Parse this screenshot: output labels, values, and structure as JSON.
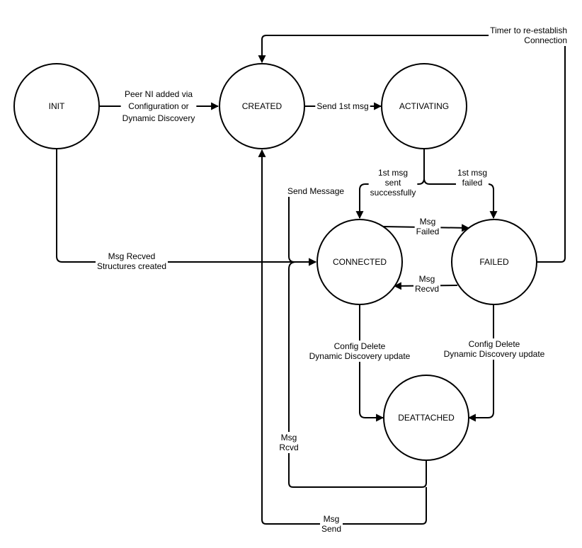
{
  "states": {
    "init": "INIT",
    "created": "CREATED",
    "activating": "ACTIVATING",
    "connected": "CONNECTED",
    "failed": "FAILED",
    "deattached": "DEATTACHED"
  },
  "edges": {
    "init_created": [
      "Peer NI added via",
      "Configuration or",
      "Dynamic Discovery"
    ],
    "created_activating": [
      "Send 1st msg"
    ],
    "activating_connected": [
      "1st msg",
      "sent",
      "successfully"
    ],
    "activating_failed": [
      "1st msg",
      "failed"
    ],
    "timer": [
      "Timer to re-establish",
      "Connection"
    ],
    "send_message": [
      "Send Message"
    ],
    "connected_failed": [
      "Msg",
      "Failed"
    ],
    "failed_connected": [
      "Msg",
      "Recvd"
    ],
    "init_connected": [
      "Msg Recved",
      "Structures created"
    ],
    "connected_deattached": [
      "Config Delete",
      "Dynamic Discovery update"
    ],
    "failed_deattached": [
      "Config Delete",
      "Dynamic Discovery update"
    ],
    "deattached_rcvd": [
      "Msg",
      "Rcvd"
    ],
    "deattached_send": [
      "Msg",
      "Send"
    ]
  }
}
